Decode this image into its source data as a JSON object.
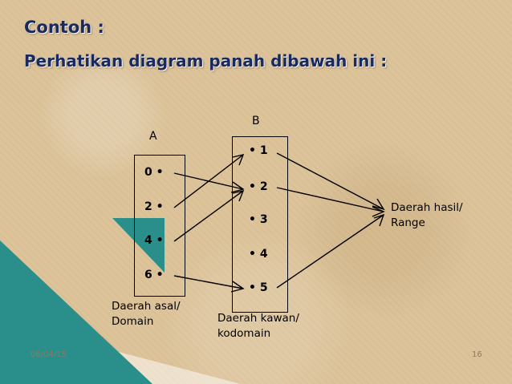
{
  "slide": {
    "title": "Contoh :",
    "subtitle": "Perhatikan diagram panah dibawah ini :",
    "date": "06/04/15",
    "page_number": "16"
  },
  "diagram": {
    "set_a_label": "A",
    "set_b_label": "B",
    "domain_items": [
      "0",
      "2",
      "4",
      "6"
    ],
    "codomain_items": [
      "1",
      "2",
      "3",
      "4",
      "5"
    ],
    "domain_caption": [
      "Daerah asal/",
      "Domain"
    ],
    "codomain_caption": [
      "Daerah kawan/",
      "kodomain"
    ],
    "range_caption": [
      "Daerah hasil/",
      "Range"
    ],
    "mappings": [
      [
        "0",
        "2"
      ],
      [
        "2",
        "1"
      ],
      [
        "4",
        "2"
      ],
      [
        "6",
        "5"
      ]
    ],
    "range_arrows_from": [
      "1",
      "2",
      "5"
    ]
  },
  "colors": {
    "title": "#1a2a5e",
    "accent": "#2a8f8a"
  }
}
